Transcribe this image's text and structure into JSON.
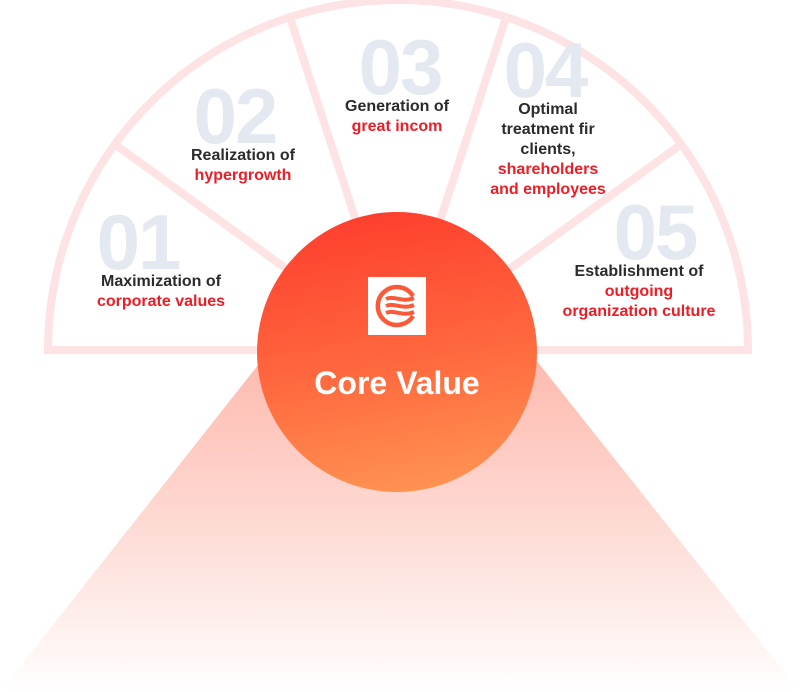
{
  "center": {
    "label": "Core Value",
    "icon": "globe-waves-logo-icon"
  },
  "segments": [
    {
      "number": "01",
      "lines_dark": [
        "Maximization of"
      ],
      "lines_red": [
        "corporate values"
      ]
    },
    {
      "number": "02",
      "lines_dark": [
        "Realization of"
      ],
      "lines_red": [
        "hypergrowth"
      ]
    },
    {
      "number": "03",
      "lines_dark": [
        "Generation of"
      ],
      "lines_red": [
        "great incom"
      ]
    },
    {
      "number": "04",
      "lines_dark": [
        "Optimal",
        "treatment fir",
        "clients,"
      ],
      "lines_red": [
        "shareholders",
        "and employees"
      ]
    },
    {
      "number": "05",
      "lines_dark": [
        "Establishment of"
      ],
      "lines_red": [
        "outgoing",
        "organization culture"
      ]
    }
  ],
  "colors": {
    "ring": "#fde3e3",
    "accent": "#ee1c25",
    "number": "#e3e8f1",
    "core_top": "#fd3a2c",
    "core_bottom": "#ff9955"
  }
}
